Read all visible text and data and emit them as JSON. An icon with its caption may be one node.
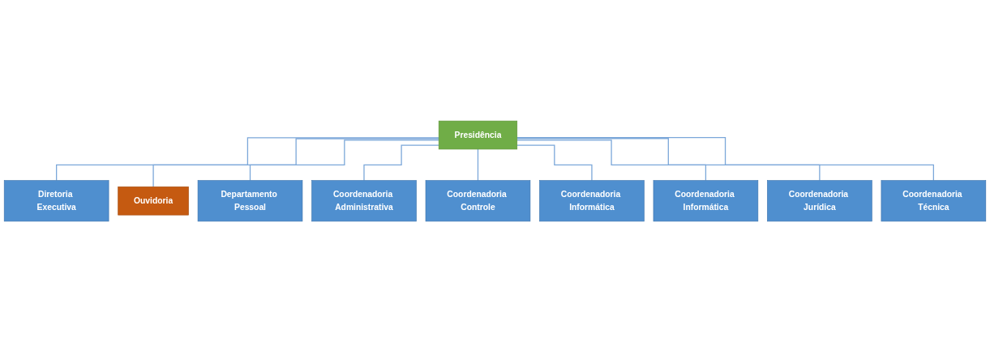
{
  "diagram": {
    "nodes": [
      {
        "text": [
          "Presidência"
        ]
      },
      {
        "text": [
          "Diretoria Executiva"
        ]
      },
      {
        "text": [
          "Ouvidoria"
        ]
      },
      {
        "text": [
          "Departamento Pessoal"
        ]
      },
      {
        "text": [
          "Coordenadoria Administrativa"
        ]
      },
      {
        "text": [
          "Coordenadoria Controle"
        ]
      },
      {
        "text": [
          "Coordenadoria Informática"
        ]
      },
      {
        "text": [
          "Coordenadoria Informática"
        ]
      },
      {
        "text": [
          "Coordenadoria Jurídica"
        ]
      },
      {
        "text": [
          "Coordenadoria Técnica"
        ]
      }
    ],
    "edges": [
      {
        "from": 0,
        "to": 1,
        "arrow": "none"
      },
      {
        "from": 0,
        "to": 2,
        "arrow": "none"
      },
      {
        "from": 0,
        "to": 3,
        "arrow": "none"
      },
      {
        "from": 0,
        "to": 4,
        "arrow": "none"
      },
      {
        "from": 0,
        "to": 5,
        "arrow": "none"
      },
      {
        "from": 0,
        "to": 6,
        "arrow": "none"
      },
      {
        "from": 0,
        "to": 7,
        "arrow": "none"
      },
      {
        "from": 0,
        "to": 8,
        "arrow": "none"
      },
      {
        "from": 0,
        "to": 9,
        "arrow": "none"
      }
    ]
  }
}
